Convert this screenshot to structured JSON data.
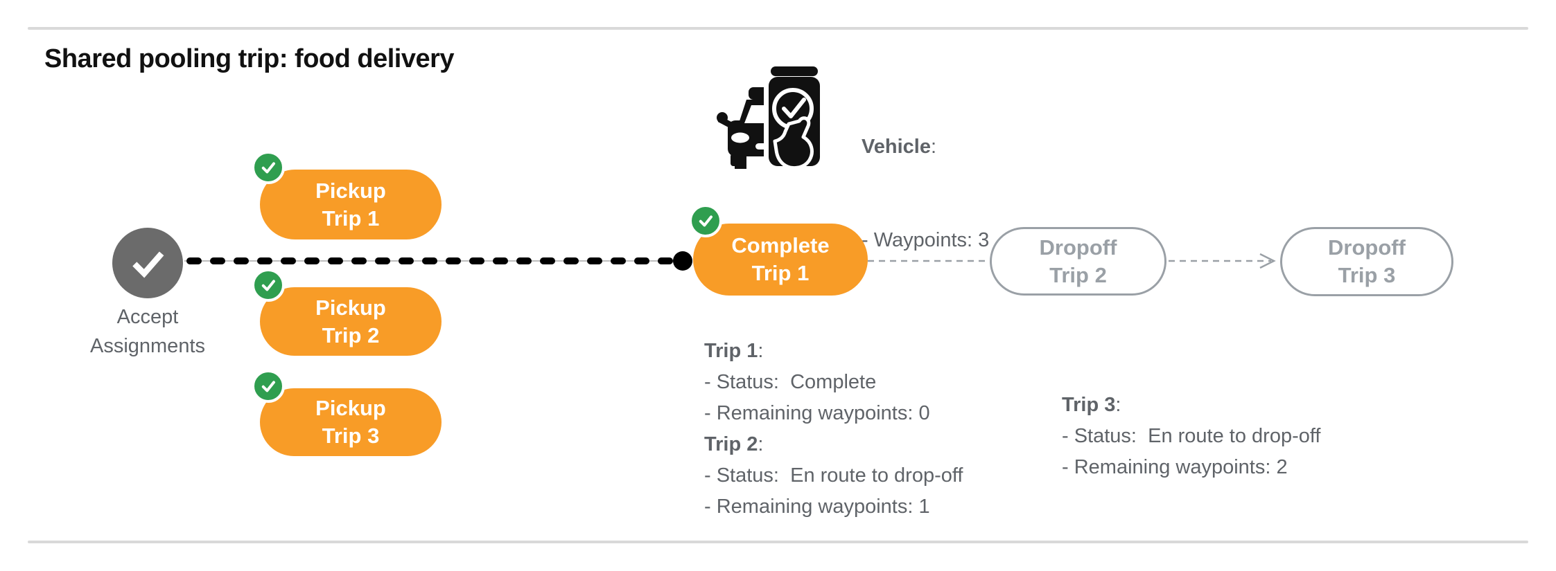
{
  "title": "Shared pooling trip: food delivery",
  "vehicle": {
    "label": "Vehicle",
    "colon": ":",
    "waypoints_line": "- Waypoints: 3"
  },
  "flow": {
    "accept": {
      "line1": "Accept",
      "line2": "Assignments"
    },
    "pickup_trip_1": {
      "line1": "Pickup",
      "line2": "Trip 1"
    },
    "pickup_trip_2": {
      "line1": "Pickup",
      "line2": "Trip 2"
    },
    "pickup_trip_3": {
      "line1": "Pickup",
      "line2": "Trip 3"
    },
    "complete_trip_1": {
      "line1": "Complete",
      "line2": "Trip 1"
    },
    "dropoff_trip_2": {
      "line1": "Dropoff",
      "line2": "Trip 2"
    },
    "dropoff_trip_3": {
      "line1": "Dropoff",
      "line2": "Trip 3"
    }
  },
  "trip_details": {
    "left": [
      {
        "title": "Trip 1",
        "colon": ":",
        "status": "- Status:  Complete",
        "waypoints": "- Remaining waypoints: 0"
      },
      {
        "title": "Trip 2",
        "colon": ":",
        "status": "- Status:  En route to drop-off",
        "waypoints": "- Remaining waypoints: 1"
      }
    ],
    "right": [
      {
        "title": "Trip 3",
        "colon": ":",
        "status": "- Status:  En route to drop-off",
        "waypoints": "- Remaining waypoints: 2"
      }
    ]
  },
  "colors": {
    "accent_orange": "#f89c27",
    "success_green": "#2f9e4f",
    "neutral_circle_gray": "#6b6b6b",
    "text_gray": "#5f6368",
    "outline_gray": "#9aa0a6",
    "rule_gray": "#d9d9d9",
    "icon_black": "#111111"
  }
}
